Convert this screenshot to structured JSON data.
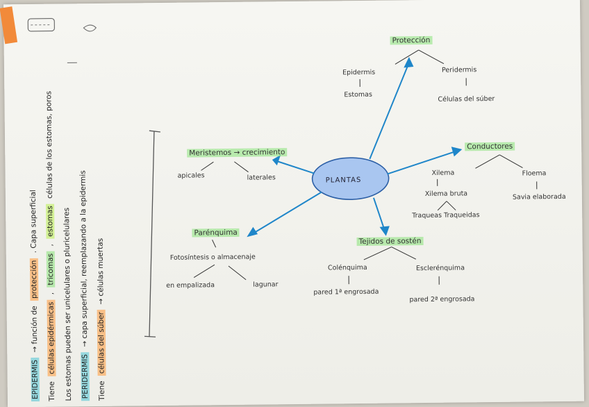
{
  "map": {
    "center": "PLANTAS",
    "proteccion": {
      "title": "Protección",
      "epidermis": "Epidermis",
      "estomas": "Estomas",
      "peridermis": "Peridermis",
      "cel_suber": "Células del súber"
    },
    "conductores": {
      "title": "Conductores",
      "xilema": "Xilema",
      "floema": "Floema",
      "xilema_sub": "Xilema bruta",
      "xilema_sub2": "Traqueas Traqueidas",
      "floema_sub": "Savia elaborada"
    },
    "sosten": {
      "title": "Tejidos de sostén",
      "colenquima": "Colénquima",
      "esclerenquima": "Esclerénquima",
      "col_sub": "pared 1ª engrosada",
      "escl_sub": "pared 2ª engrosada"
    },
    "parenquima": {
      "title": "Parénquima",
      "sub": "Fotosíntesis o almacenaje",
      "left": "en empalizada",
      "right": "lagunar"
    },
    "meristemo": {
      "title": "Meristemos → crecimiento",
      "apical": "apicales",
      "lateral": "laterales"
    }
  },
  "notes": {
    "line1": {
      "a": "EPIDERMIS",
      "b": "→ función de",
      "c": "protección",
      "d": ". Capa superficial"
    },
    "line2": {
      "a": "Tiene",
      "b": "células epidérmicas",
      "c": ",",
      "d": "tricomas",
      "e": ",",
      "f": "estomas",
      "g": "células de los estomas, poros"
    },
    "line3": {
      "a": "Los estomas pueden ser unicelulares o pluricelulares"
    },
    "line4": {
      "a": "PERIDERMIS",
      "b": "→ capa superficial, reemplazando a la epidermis"
    },
    "line5": {
      "a": "Tiene",
      "b": "células del súber",
      "c": "→ células muertas"
    }
  },
  "colors": {
    "arrow": "#1f86c9",
    "ellipse": "#8fb3e8",
    "green": "#88e178",
    "orange": "#ffa046"
  }
}
